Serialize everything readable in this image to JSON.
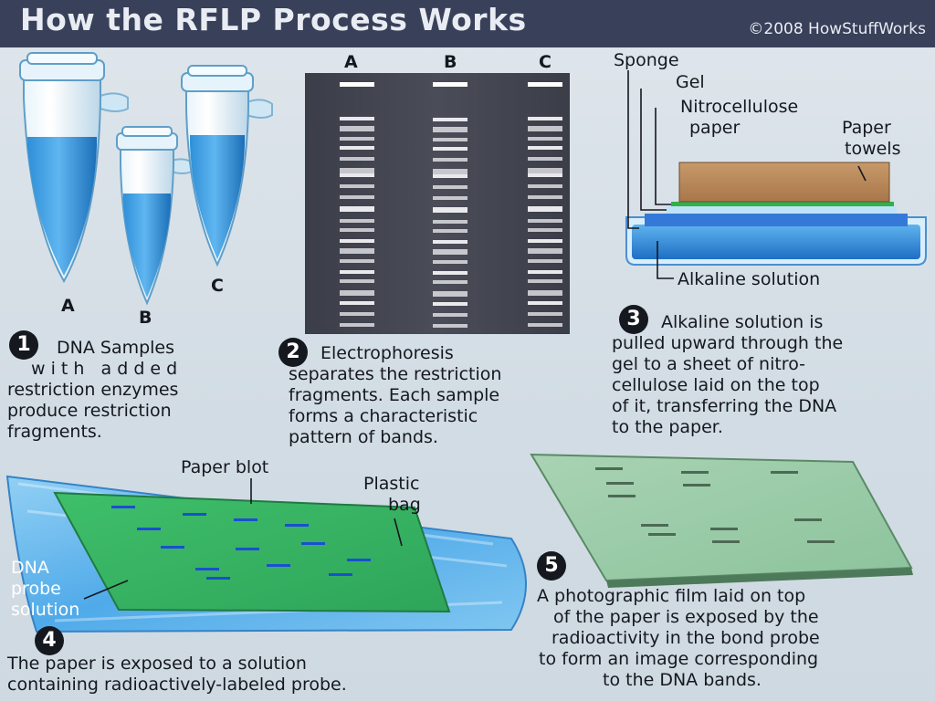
{
  "header": {
    "title": "How the RFLP Process Works",
    "copyright": "©2008 HowStuffWorks"
  },
  "tubes": {
    "labels": [
      "A",
      "B",
      "C"
    ]
  },
  "gel": {
    "lane_labels": [
      "A",
      "B",
      "C"
    ]
  },
  "blot_setup": {
    "labels": {
      "sponge": "Sponge",
      "gel": "Gel",
      "nitro_line1": "Nitrocellulose",
      "nitro_line2": "paper",
      "towels_line1": "Paper",
      "towels_line2": "towels",
      "alkaline": "Alkaline solution"
    }
  },
  "steps": [
    {
      "number": "1",
      "lines": [
        "DNA Samples",
        "w i t h   a d d e d",
        "restriction enzymes",
        "produce restriction",
        "fragments."
      ]
    },
    {
      "number": "2",
      "lines": [
        "Electrophoresis",
        "separates the restriction",
        "fragments. Each sample",
        "forms a characteristic",
        "pattern of bands."
      ]
    },
    {
      "number": "3",
      "lines": [
        "Alkaline solution is",
        "pulled upward through the",
        "gel to a sheet of nitro-",
        "cellulose laid on the top",
        "of it, transferring the DNA",
        "to the paper."
      ]
    },
    {
      "number": "4",
      "lines": [
        "The paper is exposed to a solution",
        "containing radioactively-labeled probe."
      ]
    },
    {
      "number": "5",
      "lines": [
        "A photographic film laid on top",
        "of the paper is exposed by the",
        "radioactivity in the bond probe",
        "to form an image corresponding",
        "to the DNA bands."
      ]
    }
  ],
  "bag": {
    "labels": {
      "paper_blot": "Paper blot",
      "plastic_line1": "Plastic",
      "plastic_line2": "bag",
      "probe_line1": "DNA",
      "probe_line2": "probe",
      "probe_line3": "solution"
    }
  }
}
